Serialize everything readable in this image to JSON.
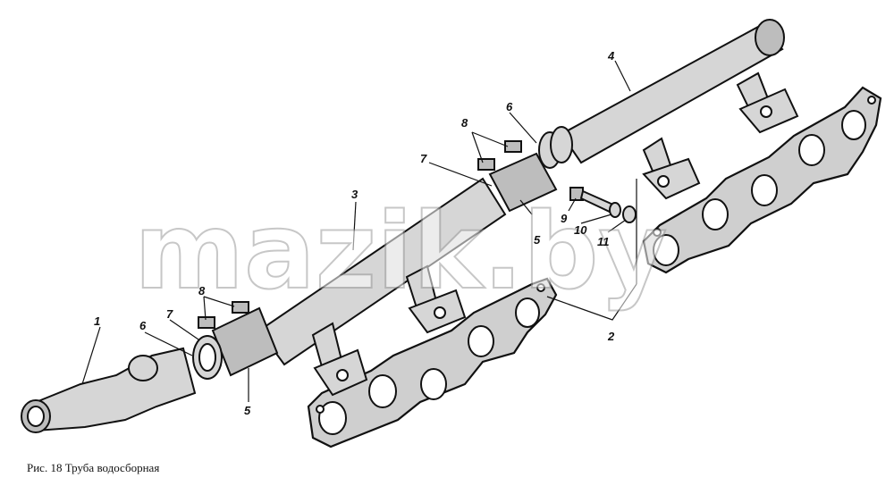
{
  "caption": "Рис. 18 Труба водосборная",
  "watermark": "mazik.by",
  "callouts": [
    "1",
    "2",
    "3",
    "4",
    "5",
    "5",
    "6",
    "6",
    "7",
    "7",
    "8",
    "8",
    "9",
    "10",
    "11"
  ]
}
